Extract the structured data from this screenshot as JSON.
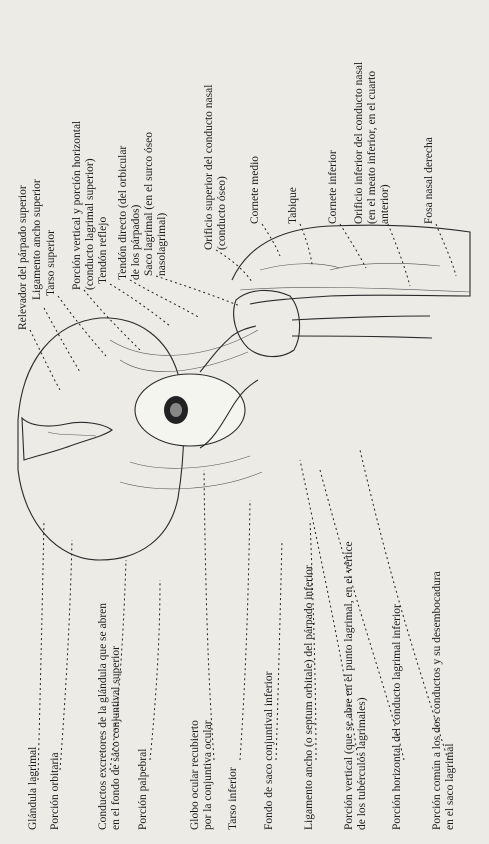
{
  "labels_top": [
    {
      "id": "relevador",
      "lines": [
        "Relevador del párpado superior"
      ]
    },
    {
      "id": "ligamento-ancho-superior",
      "lines": [
        "Ligamento ancho superior"
      ]
    },
    {
      "id": "tarso-superior",
      "lines": [
        "Tarso superior"
      ]
    },
    {
      "id": "porcion-vertical-horizontal",
      "lines": [
        "Porción vertical y porción horizontal",
        "(conducto lagrimal superior)"
      ]
    },
    {
      "id": "tendon-reflejo",
      "lines": [
        "Tendón reflejo"
      ]
    },
    {
      "id": "tendon-directo",
      "lines": [
        "Tendón directo (del orbicular",
        "de los párpados)"
      ]
    },
    {
      "id": "saco-lagrimal",
      "lines": [
        "Saco lagrimal (en el surco óseo",
        "nasolagrimal)"
      ]
    },
    {
      "id": "orificio-superior",
      "lines": [
        "Orificio superior del conducto nasal",
        "(conducto óseo)"
      ]
    },
    {
      "id": "cornete-medio",
      "lines": [
        "Cornete medio"
      ]
    },
    {
      "id": "tabique",
      "lines": [
        "Tabique"
      ]
    },
    {
      "id": "cornete-inferior",
      "lines": [
        "Cornete inferior"
      ]
    },
    {
      "id": "orificio-inferior",
      "lines": [
        "Orificio inferior del conducto nasal",
        "(en el meato inferior, en el cuarto",
        "anterior)"
      ]
    },
    {
      "id": "fosa-nasal",
      "lines": [
        "Fosa nasal derecha"
      ]
    }
  ],
  "labels_bottom": [
    {
      "id": "glandula-lagrimal",
      "lines": [
        "Glándula lagrimal"
      ]
    },
    {
      "id": "porcion-orbitaria",
      "lines": [
        "Porción orbitaria"
      ]
    },
    {
      "id": "conductos-excretores",
      "lines": [
        "Conductos excretores de la glándula que se abren",
        "en el fondo de saco conjuntival superior"
      ]
    },
    {
      "id": "porcion-palpebral",
      "lines": [
        "Porción palpebral"
      ]
    },
    {
      "id": "globo-ocular",
      "lines": [
        "Globo ocular recubierto",
        "por la conjuntiva ocular"
      ]
    },
    {
      "id": "tarso-inferior",
      "lines": [
        "Tarso inferior"
      ]
    },
    {
      "id": "fondo-saco-inferior",
      "lines": [
        "Fondo de saco conjuntival inferior"
      ]
    },
    {
      "id": "ligamento-ancho-inferior",
      "lines": [
        "Ligamento ancho (o septum orbitale) del párpado inferior"
      ]
    },
    {
      "id": "porcion-vertical-inferior",
      "lines": [
        "Porción vertical (que se abre en el punto lagrimal, en el vértice",
        "de los tubérculos lagrimales)"
      ]
    },
    {
      "id": "porcion-horizontal-inferior",
      "lines": [
        "Porción horizontal del conducto lagrimal inferior"
      ]
    },
    {
      "id": "porcion-comun",
      "lines": [
        "Porción común a los dos conductos y su desembocadura",
        "en el saco lagrimal"
      ]
    }
  ]
}
